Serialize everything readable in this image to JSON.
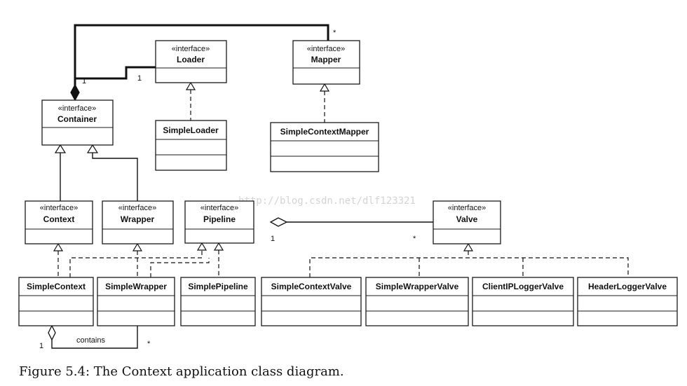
{
  "stereotype": "«interface»",
  "classes": {
    "loader": "Loader",
    "mapper": "Mapper",
    "container": "Container",
    "simple_loader": "SimpleLoader",
    "simple_context_mapper": "SimpleContextMapper",
    "context": "Context",
    "wrapper": "Wrapper",
    "pipeline": "Pipeline",
    "valve": "Valve",
    "simple_context": "SimpleContext",
    "simple_wrapper": "SimpleWrapper",
    "simple_pipeline": "SimplePipeline",
    "simple_context_valve": "SimpleContextValve",
    "simple_wrapper_valve": "SimpleWrapperValve",
    "client_ip_logger_valve": "ClientIPLoggerValve",
    "header_logger_valve": "HeaderLoggerValve"
  },
  "multiplicities": {
    "container_loader_container_end": "1",
    "container_loader_loader_end": "1",
    "container_mapper_mapper_end": "*",
    "pipeline_valve_pipeline_end": "1",
    "pipeline_valve_valve_end": "*",
    "contains_context_end": "1",
    "contains_wrapper_end": "*"
  },
  "association_labels": {
    "contains": "contains"
  },
  "watermark": "http://blog.csdn.net/dlf123321",
  "caption": "Figure 5.4: The Context application class diagram."
}
